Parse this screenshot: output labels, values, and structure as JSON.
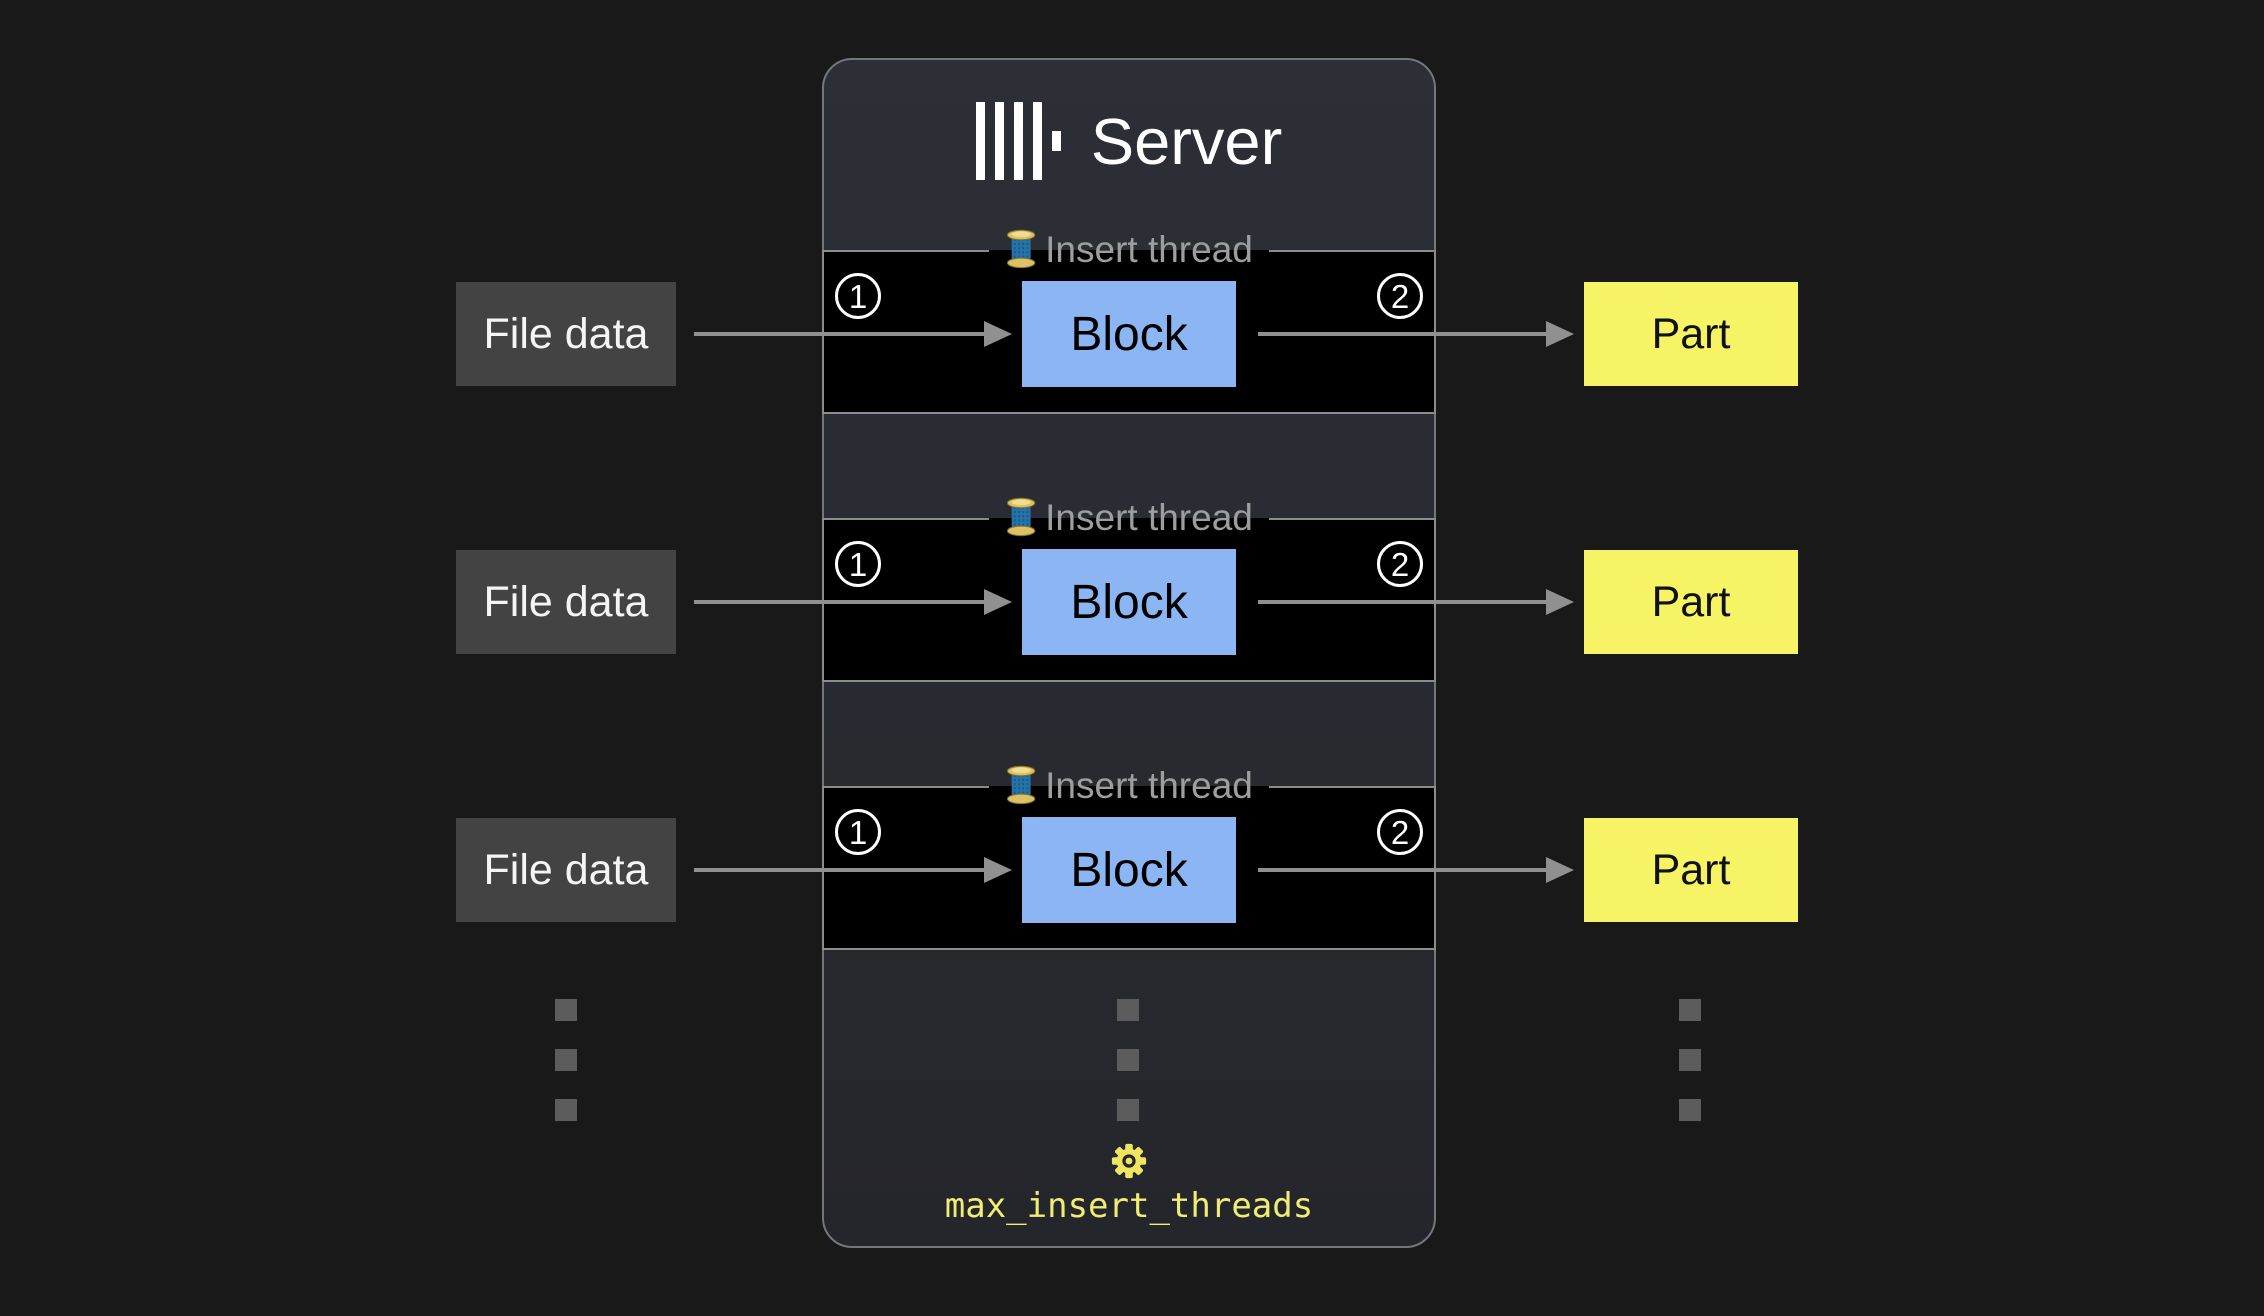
{
  "server": {
    "title": "Server",
    "logo": "clickhouse-logo",
    "setting_label": "max_insert_threads"
  },
  "rows": [
    {
      "source": "File data",
      "thread_label": "Insert thread",
      "step_in": "1",
      "block": "Block",
      "step_out": "2",
      "output": "Part"
    },
    {
      "source": "File data",
      "thread_label": "Insert thread",
      "step_in": "1",
      "block": "Block",
      "step_out": "2",
      "output": "Part"
    },
    {
      "source": "File data",
      "thread_label": "Insert thread",
      "step_in": "1",
      "block": "Block",
      "step_out": "2",
      "output": "Part"
    }
  ],
  "ellipsis": {
    "columns": 3,
    "dots_per_column": 3
  },
  "icons": {
    "logo": "clickhouse-logo",
    "thread": "thread-spool-icon",
    "setting": "gear-icon"
  },
  "colors": {
    "background": "#191919",
    "panel_bg_top": "#2d2f37",
    "panel_bg_bottom": "#25262b",
    "panel_border": "#75767c",
    "band_bg": "#000000",
    "band_border": "#8c8c8c",
    "legend_text": "#9e9e9e",
    "file_box": "#434343",
    "block_box": "#8bb5f3",
    "part_box": "#f6f464",
    "arrow": "#909090",
    "setting_yellow": "#f0ed74",
    "gear_yellow": "#f0e560",
    "dot_gray": "#5c5c5c",
    "title_text": "#ffffff"
  }
}
